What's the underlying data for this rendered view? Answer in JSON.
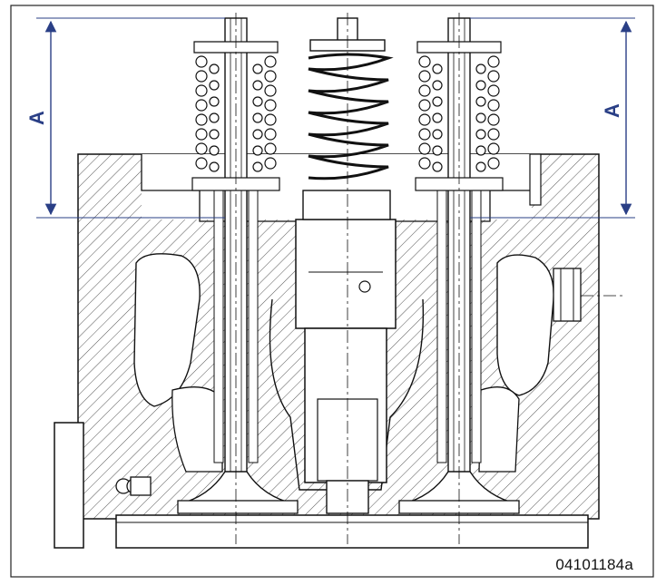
{
  "diagram": {
    "dimension_label_left": "A",
    "dimension_label_right": "A",
    "figure_id": "04101184a",
    "colors": {
      "line": "#111111",
      "dimension": "#2a3f86",
      "hatch": "#444444"
    }
  }
}
